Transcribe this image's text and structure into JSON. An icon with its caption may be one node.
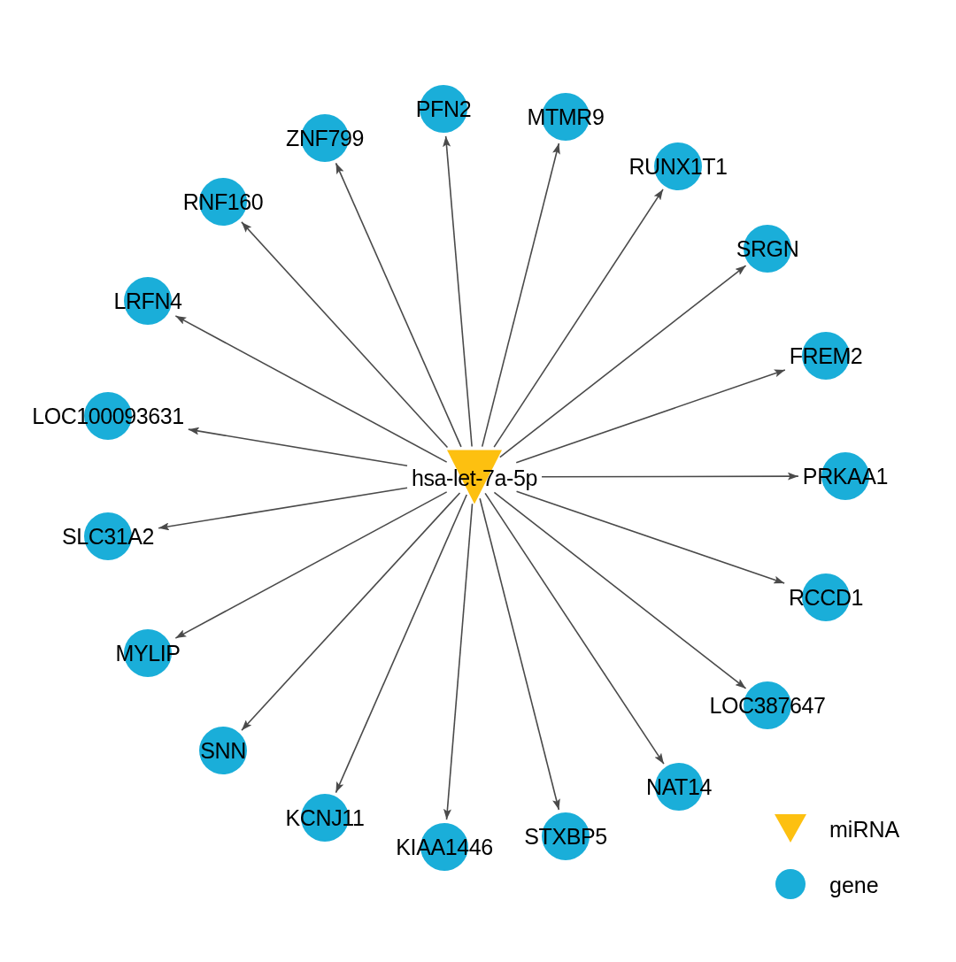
{
  "diagram": {
    "nodes": [
      {
        "text": [
          "hsa-let-7a-5p"
        ]
      },
      {
        "text": [
          "PFN2"
        ]
      },
      {
        "text": [
          "MTMR9"
        ]
      },
      {
        "text": [
          "RUNX1T1"
        ]
      },
      {
        "text": [
          "SRGN"
        ]
      },
      {
        "text": [
          "FREM2"
        ]
      },
      {
        "text": [
          "PRKAA1"
        ]
      },
      {
        "text": [
          "RCCD1"
        ]
      },
      {
        "text": [
          "LOC387647"
        ]
      },
      {
        "text": [
          "NAT14"
        ]
      },
      {
        "text": [
          "STXBP5"
        ]
      },
      {
        "text": [
          "KIAA1446"
        ]
      },
      {
        "text": [
          "KCNJ11"
        ]
      },
      {
        "text": [
          "SNN"
        ]
      },
      {
        "text": [
          "MYLIP"
        ]
      },
      {
        "text": [
          "SLC31A2"
        ]
      },
      {
        "text": [
          "LOC100093631"
        ]
      },
      {
        "text": [
          "LRFN4"
        ]
      },
      {
        "text": [
          "RNF160"
        ]
      },
      {
        "text": [
          "ZNF799"
        ]
      }
    ],
    "edges": [
      {
        "from": 0,
        "to": 1,
        "arrow": "to"
      },
      {
        "from": 0,
        "to": 2,
        "arrow": "to"
      },
      {
        "from": 0,
        "to": 3,
        "arrow": "to"
      },
      {
        "from": 0,
        "to": 4,
        "arrow": "to"
      },
      {
        "from": 0,
        "to": 5,
        "arrow": "to"
      },
      {
        "from": 0,
        "to": 6,
        "arrow": "to"
      },
      {
        "from": 0,
        "to": 7,
        "arrow": "to"
      },
      {
        "from": 0,
        "to": 8,
        "arrow": "to"
      },
      {
        "from": 0,
        "to": 9,
        "arrow": "to"
      },
      {
        "from": 0,
        "to": 10,
        "arrow": "to"
      },
      {
        "from": 0,
        "to": 11,
        "arrow": "to"
      },
      {
        "from": 0,
        "to": 12,
        "arrow": "to"
      },
      {
        "from": 0,
        "to": 13,
        "arrow": "to"
      },
      {
        "from": 0,
        "to": 14,
        "arrow": "to"
      },
      {
        "from": 0,
        "to": 15,
        "arrow": "to"
      },
      {
        "from": 0,
        "to": 16,
        "arrow": "to"
      },
      {
        "from": 0,
        "to": 17,
        "arrow": "to"
      },
      {
        "from": 0,
        "to": 18,
        "arrow": "to"
      },
      {
        "from": 0,
        "to": 19,
        "arrow": "to"
      }
    ],
    "legend": [
      {
        "text": "miRNA"
      },
      {
        "text": "gene"
      }
    ]
  }
}
